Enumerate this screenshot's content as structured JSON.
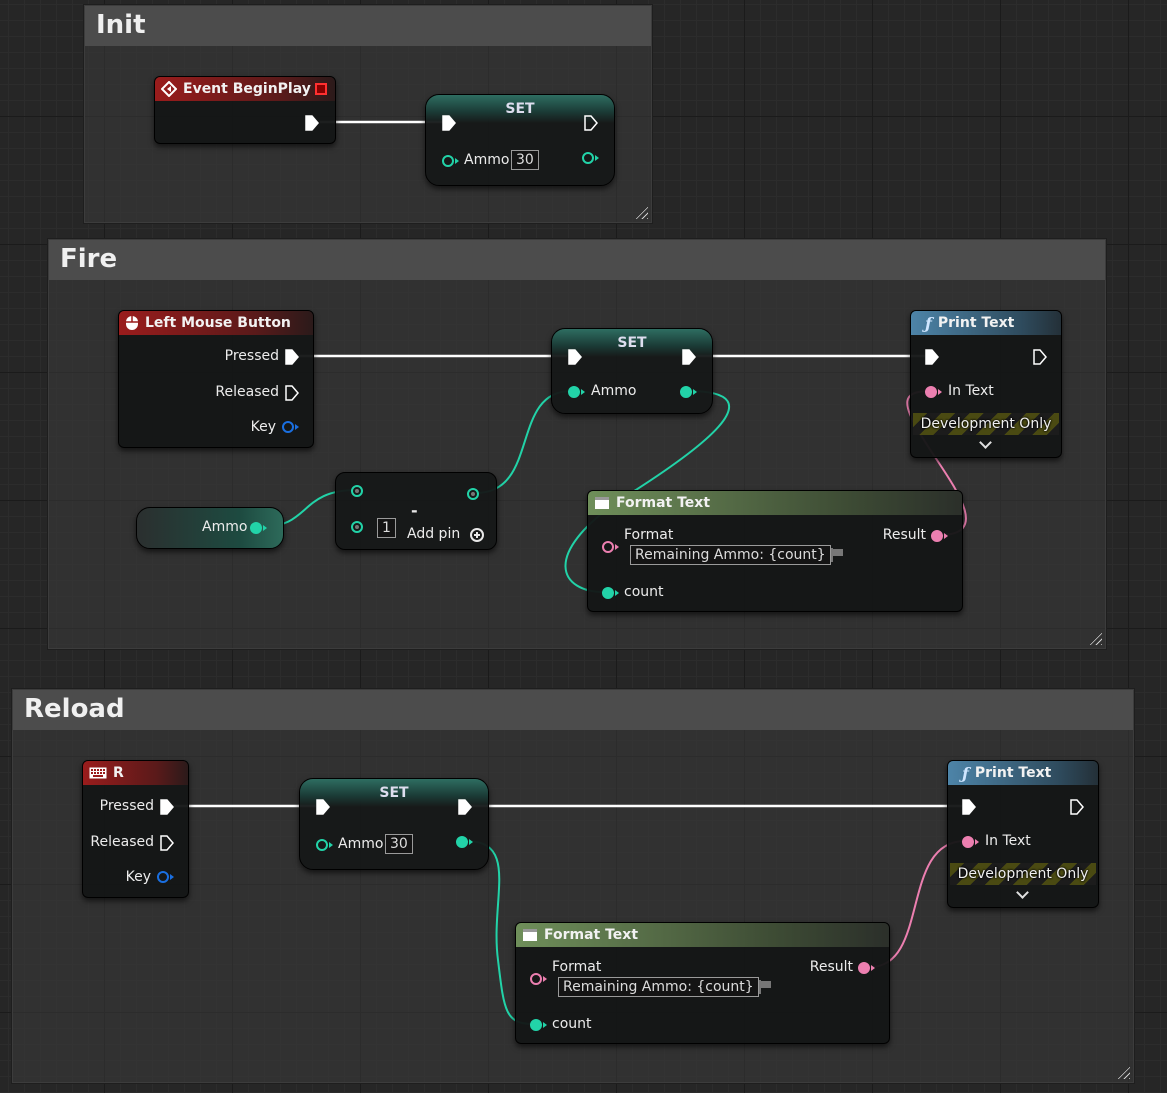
{
  "comments": {
    "init": {
      "title": "Init"
    },
    "fire": {
      "title": "Fire"
    },
    "reload": {
      "title": "Reload"
    }
  },
  "init": {
    "event_node": {
      "title": "Event BeginPlay"
    },
    "set_node": {
      "title": "SET",
      "var_label": "Ammo",
      "value": "30"
    }
  },
  "fire": {
    "event_node": {
      "title": "Left Mouse Button",
      "pressed": "Pressed",
      "released": "Released",
      "key": "Key"
    },
    "set_node": {
      "title": "SET",
      "var_label": "Ammo"
    },
    "print_node": {
      "title": "Print Text",
      "in_text": "In Text",
      "dev_only": "Development Only"
    },
    "getter": {
      "label": "Ammo"
    },
    "subtract_node": {
      "symbol": "-",
      "value": "1",
      "add_pin": "Add pin"
    },
    "format_node": {
      "title": "Format Text",
      "format_label": "Format",
      "format_value": "Remaining Ammo: {count}",
      "result": "Result",
      "count": "count"
    }
  },
  "reload": {
    "event_node": {
      "title": "R",
      "pressed": "Pressed",
      "released": "Released",
      "key": "Key"
    },
    "set_node": {
      "title": "SET",
      "var_label": "Ammo",
      "value": "30"
    },
    "print_node": {
      "title": "Print Text",
      "in_text": "In Text",
      "dev_only": "Development Only"
    },
    "format_node": {
      "title": "Format Text",
      "format_label": "Format",
      "format_value": "Remaining Ammo: {count}",
      "result": "Result",
      "count": "count"
    }
  },
  "colors": {
    "exec_wire": "#ffffff",
    "int_wire": "#22d3a8",
    "text_wire": "#ec7fb0",
    "key_pin": "#1a6fe0",
    "event_header": "#9a1c1c",
    "function_header": "#4d84a8",
    "pure_header": "#6f8f5a",
    "comment_title_bg": "#4c4c4c"
  },
  "icons": {
    "event": "diamond-event-icon",
    "mouse": "mouse-icon",
    "keyboard": "keyboard-icon",
    "function": "function-icon",
    "format": "format-text-icon",
    "flag": "localization-flag-icon"
  }
}
